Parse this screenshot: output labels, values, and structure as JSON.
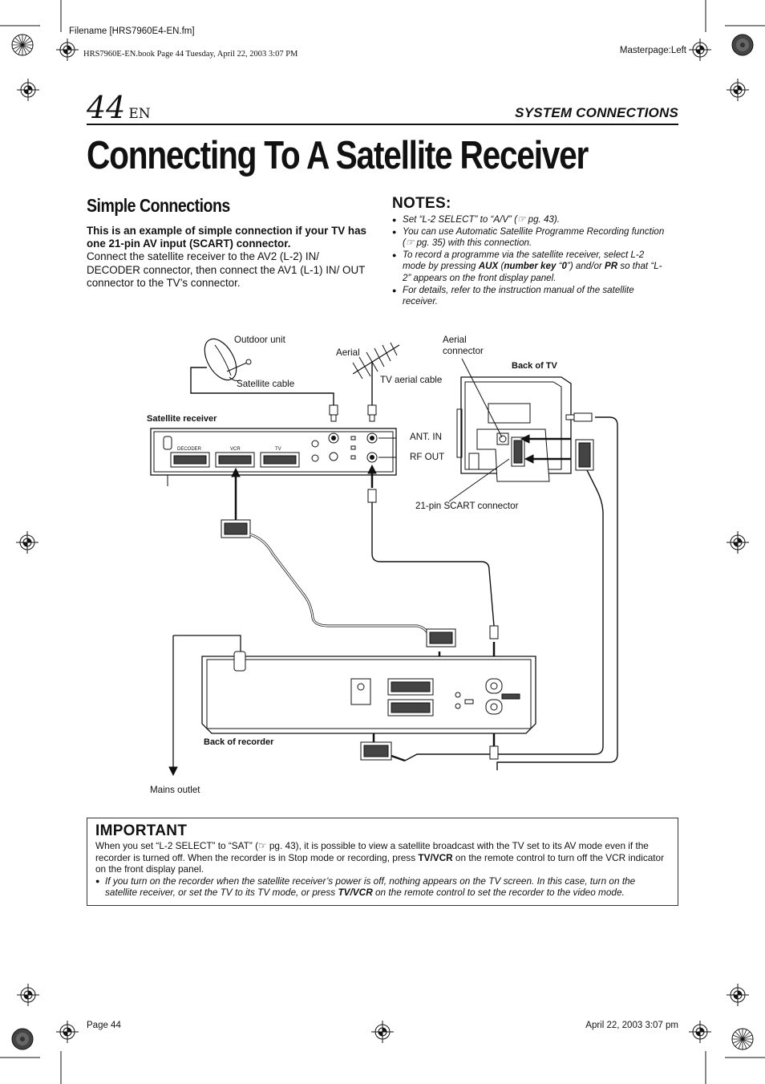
{
  "header": {
    "filename": "Filename [HRS7960E4-EN.fm]",
    "bookline": "HRS7960E-EN.book  Page 44  Tuesday, April 22, 2003  3:07 PM",
    "masterpage": "Masterpage:Left",
    "page_number": "44",
    "page_lang": "EN",
    "section": "SYSTEM CONNECTIONS"
  },
  "title": "Connecting To A Satellite Receiver",
  "simple": {
    "heading": "Simple Connections",
    "intro_bold": "This is an example of simple connection if your TV has one 21-pin AV input (SCART) connector.",
    "intro_text": "Connect the satellite receiver to the AV2 (L-2) IN/ DECODER connector, then connect the AV1 (L-1) IN/ OUT connector to the TV’s connector."
  },
  "notes": {
    "heading": "NOTES:",
    "n1": "Set “L-2 SELECT” to “A/V” (☞ pg. 43).",
    "n2": "You can use Automatic Satellite Programme Recording function (☞ pg. 35) with this connection.",
    "n3_a": "To record a programme via the satellite receiver, select L-2 mode by pressing ",
    "n3_aux": "AUX",
    "n3_b": " (",
    "n3_num": "number key",
    "n3_c": " “",
    "n3_zero": "0",
    "n3_d": "”) and/or ",
    "n3_pr": "PR",
    "n3_e": " so that “L-2” appears on the front display panel.",
    "n4": "For details, refer to the instruction manual of the satellite receiver."
  },
  "diagram": {
    "outdoor_unit": "Outdoor unit",
    "aerial": "Aerial",
    "aerial_connector_1": "Aerial",
    "aerial_connector_2": "connector",
    "back_of_tv": "Back of TV",
    "satellite_cable": "Satellite cable",
    "tv_aerial_cable": "TV aerial cable",
    "satellite_receiver": "Satellite receiver",
    "ant_in": "ANT. IN",
    "rf_out": "RF OUT",
    "scart_connector": "21-pin SCART connector",
    "back_of_recorder": "Back of recorder",
    "mains_outlet": "Mains outlet",
    "rx_decoder": "DECODER",
    "rx_vcr": "VCR",
    "rx_tv": "TV"
  },
  "important": {
    "heading": "IMPORTANT",
    "p1_a": "When you set “L-2 SELECT” to “SAT” (☞ pg. 43), it is possible to view a satellite broadcast with the TV set to its AV mode even if the recorder is turned off. When the recorder is in Stop mode or recording, press ",
    "p1_tvvcr": "TV/VCR",
    "p1_b": " on the remote control to turn off the VCR indicator on the front display panel.",
    "b1_a": "If you turn on the recorder when the satellite receiver’s power is off, nothing appears on the TV screen. In this case, turn on the satellite receiver, or set the TV to its TV mode, or press ",
    "b1_tvvcr": "TV/VCR",
    "b1_b": " on the remote control to set the recorder to the video mode."
  },
  "footer": {
    "left": "Page 44",
    "right": "April 22, 2003 3:07 pm"
  }
}
